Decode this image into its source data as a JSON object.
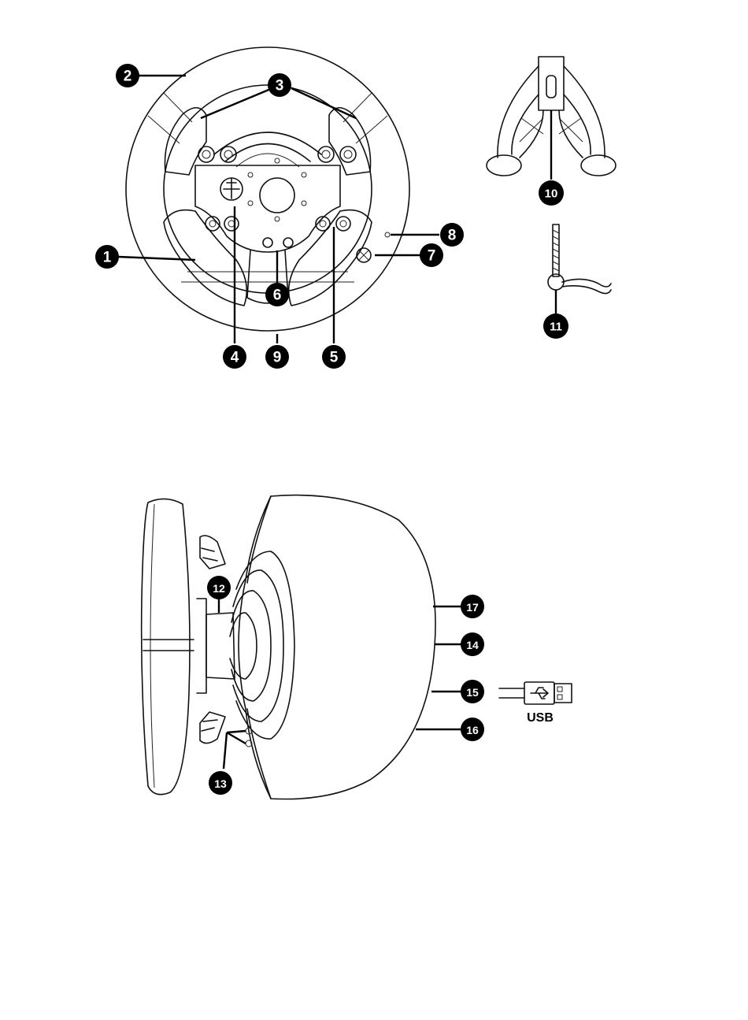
{
  "callouts": [
    {
      "id": "c1",
      "label": "1"
    },
    {
      "id": "c2",
      "label": "2"
    },
    {
      "id": "c3",
      "label": "3"
    },
    {
      "id": "c4",
      "label": "4"
    },
    {
      "id": "c5",
      "label": "5"
    },
    {
      "id": "c6",
      "label": "6"
    },
    {
      "id": "c7",
      "label": "7"
    },
    {
      "id": "c8",
      "label": "8"
    },
    {
      "id": "c9",
      "label": "9"
    },
    {
      "id": "c10",
      "label": "10"
    },
    {
      "id": "c11",
      "label": "11"
    },
    {
      "id": "c12",
      "label": "12"
    },
    {
      "id": "c13",
      "label": "13"
    },
    {
      "id": "c14",
      "label": "14"
    },
    {
      "id": "c15",
      "label": "15"
    },
    {
      "id": "c16",
      "label": "16"
    },
    {
      "id": "c17",
      "label": "17"
    }
  ],
  "usb_label": "USB"
}
